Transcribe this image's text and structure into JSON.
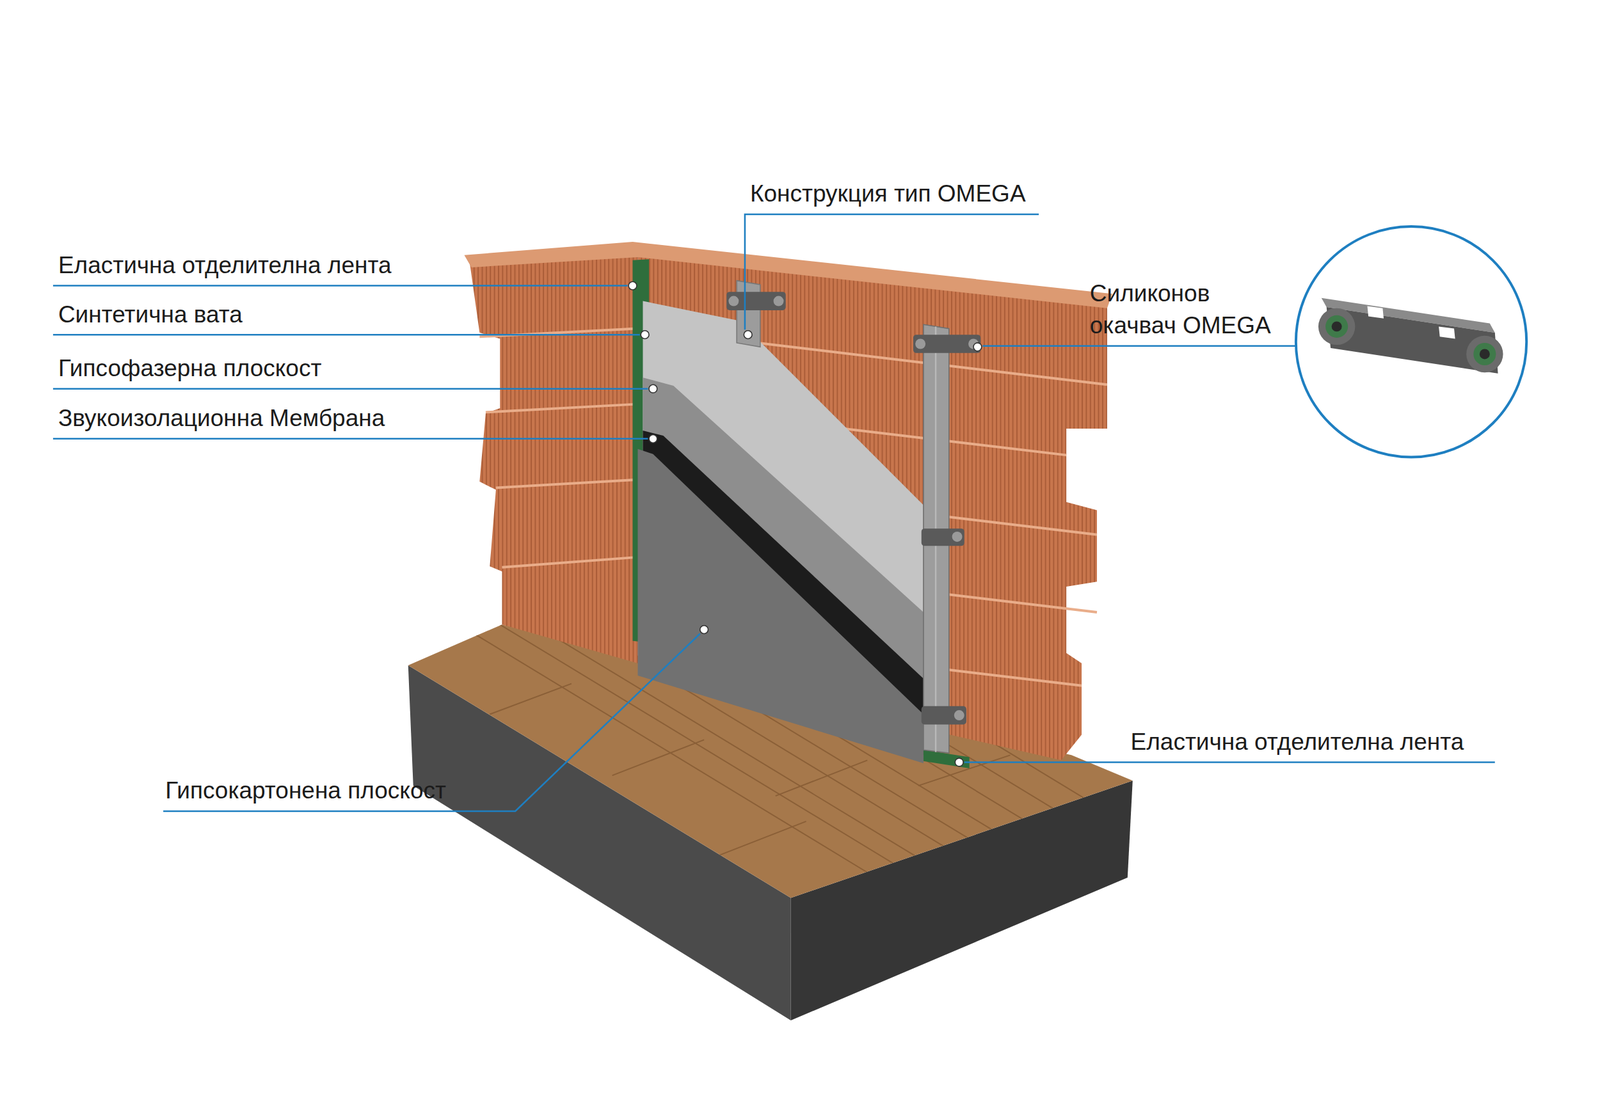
{
  "diagram": {
    "labels": [
      "Еластична отделителна лента",
      "Синтетична вата",
      "Гипсофазерна плоскост",
      "Звукоизолационна Мембрана",
      "Конструкция тип OMEGA",
      "Силиконов окачвач OMEGA",
      "Еластична отделителна лента",
      "Гипсокартонена плоскост"
    ]
  }
}
